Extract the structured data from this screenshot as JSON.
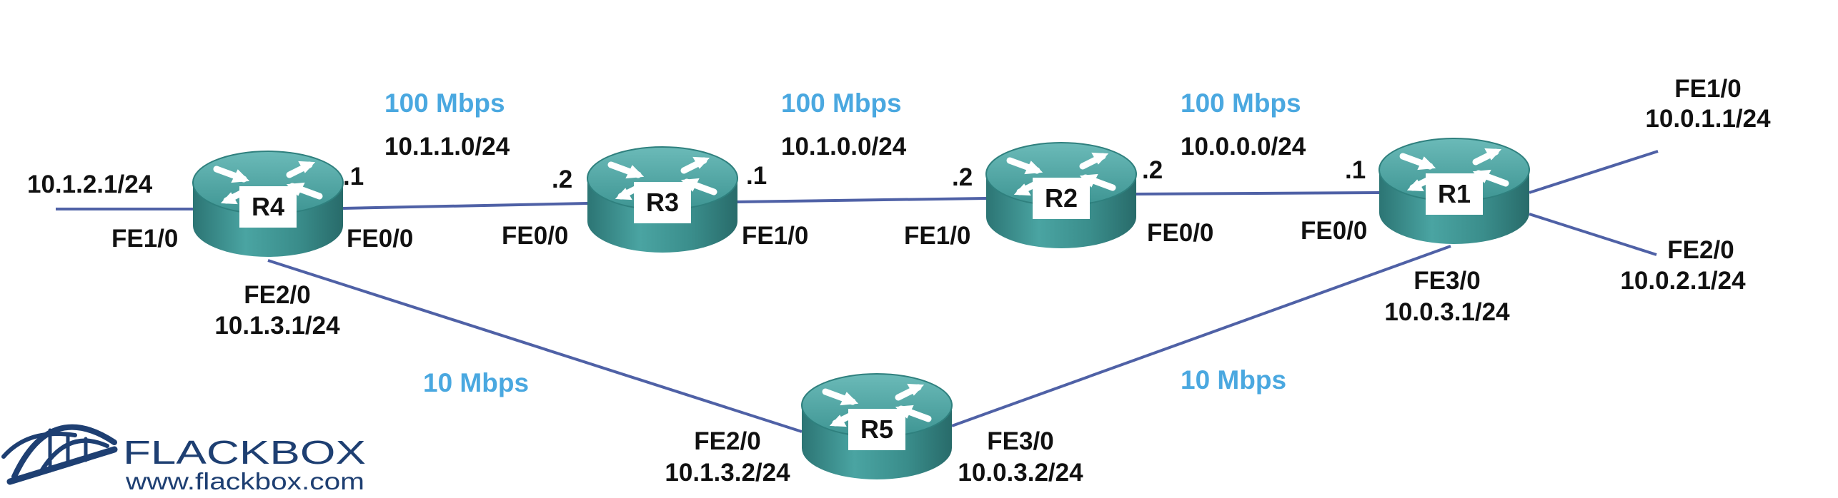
{
  "colors": {
    "link": "#4f61a6",
    "speed": "#4aa8e0",
    "router": "#3f9896",
    "logo": "#1e3f72"
  },
  "icons": {
    "router": "router-icon",
    "logo": "flackbox-bridge-logo-icon"
  },
  "logo": {
    "brand": "FLACKBOX",
    "url": "www.flackbox.com"
  },
  "routers": {
    "r1": {
      "name": "R1"
    },
    "r2": {
      "name": "R2"
    },
    "r3": {
      "name": "R3"
    },
    "r4": {
      "name": "R4"
    },
    "r5": {
      "name": "R5"
    }
  },
  "links": {
    "r4_r3": {
      "speed": "100 Mbps",
      "subnet": "10.1.1.0/24",
      "r4_host": ".1",
      "r3_host": ".2",
      "r4_intf": "FE0/0",
      "r3_intf": "FE0/0"
    },
    "r3_r2": {
      "speed": "100 Mbps",
      "subnet": "10.1.0.0/24",
      "r3_host": ".1",
      "r2_host": ".2",
      "r3_intf": "FE1/0",
      "r2_intf": "FE1/0"
    },
    "r2_r1": {
      "speed": "100 Mbps",
      "subnet": "10.0.0.0/24",
      "r2_host": ".2",
      "r1_host": ".1",
      "r2_intf": "FE0/0",
      "r1_intf": "FE0/0"
    },
    "r4_r5": {
      "speed": "10 Mbps",
      "r4_intf": "FE2/0",
      "r4_ip": "10.1.3.1/24",
      "r5_intf": "FE2/0",
      "r5_ip": "10.1.3.2/24"
    },
    "r5_r1": {
      "speed": "10 Mbps",
      "r5_intf": "FE3/0",
      "r5_ip": "10.0.3.2/24",
      "r1_intf": "FE3/0",
      "r1_ip": "10.0.3.1/24"
    },
    "r4_lan": {
      "intf": "FE1/0",
      "ip": "10.1.2.1/24"
    },
    "r1_lan1": {
      "intf": "FE1/0",
      "ip": "10.0.1.1/24"
    },
    "r1_lan2": {
      "intf": "FE2/0",
      "ip": "10.0.2.1/24"
    }
  }
}
